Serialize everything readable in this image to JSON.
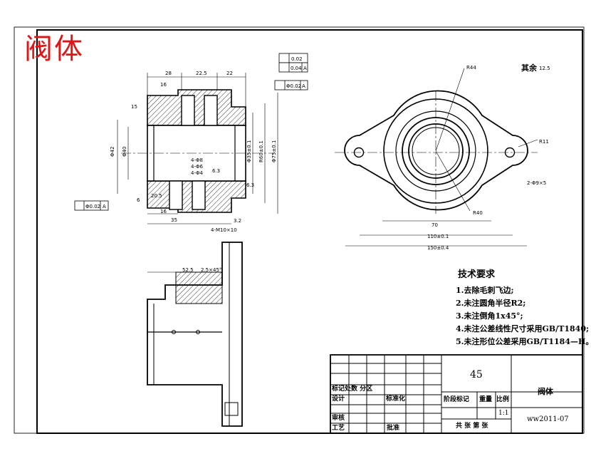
{
  "drawing": {
    "stamp_title": "阀体",
    "surface_rest": "其余",
    "surface_rest_value": "12.5",
    "tolerance_frames": {
      "flatness": "0.02",
      "perpendicularity": "0.04",
      "datum_a": "A",
      "runout_top": "Φ0.02",
      "runout_left": "Φ0.02"
    },
    "dims_left": {
      "top_28": "28",
      "top_225": "22.5",
      "top_22": "22",
      "top_16": "16",
      "v_15": "15",
      "d42": "Φ42",
      "d40": "Φ40",
      "d35": "Φ35±0.1",
      "r60": "R60±0.1",
      "d75": "Φ75±0.1",
      "m8_1": "4-Φ8",
      "m8_2": "4-Φ6",
      "m8_3": "4-Φ4",
      "h205": "20.5",
      "h6": "6",
      "w16": "16",
      "w35": "35",
      "ra_63a": "6.3",
      "ra_63b": "6.3",
      "ra_32": "3.2",
      "m10": "4-M10×10"
    },
    "dims_right": {
      "r44": "R44",
      "r11": "R11",
      "hole": "2-Φ9×5",
      "r40": "R40",
      "w70": "70",
      "w110": "110±0.1",
      "w150": "150±0.4"
    },
    "dims_section": {
      "d525": "52.5",
      "chamfer": "2.5×45°"
    },
    "requirements": {
      "title": "技术要求",
      "items": [
        "1.去除毛刺飞边;",
        "2.未注圆角半径R2;",
        "3.未注倒角1x45°;",
        "4.未注公差线性尺寸采用GB/T1840;",
        "5.未注形位公差采用GB/T1184—H。"
      ]
    },
    "title_block": {
      "material": "45",
      "part_name": "阀体",
      "drawing_no": "ww2011-07",
      "scale": "1:1",
      "revision_row": "标记处数  分区",
      "design": "设计",
      "standard": "标准化",
      "stage": "阶段标记",
      "weight": "重量",
      "scale_label": "比例",
      "review": "审核",
      "process": "工艺",
      "approve": "批准",
      "sheets": "共  张  第  张"
    }
  }
}
